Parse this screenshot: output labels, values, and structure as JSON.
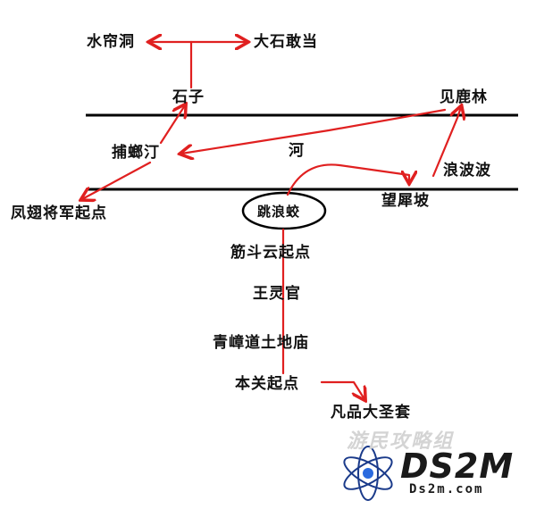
{
  "diagram": {
    "nodes": {
      "shuiliandong": "水帘洞",
      "dashigandang": "大石敢当",
      "shizi": "石子",
      "jianlulin": "见鹿林",
      "bulangting": "捕螂汀",
      "he": "河",
      "langbobo": "浪波波",
      "fengchi": "凤翅将军起点",
      "tiaolangjiao": "跳浪蛟",
      "wangxipo": "望犀坡",
      "jindou": "筋斗云起点",
      "wangling": "王灵官",
      "qingzhang": "青嶂道土地庙",
      "benguan": "本关起点",
      "fanpin": "凡品大圣套"
    }
  },
  "watermark": {
    "site_cn": "游民攻略组",
    "logo": "DS2M",
    "url": "Ds2m.com"
  },
  "colors": {
    "arrow": "#e02020",
    "line": "#000000"
  }
}
